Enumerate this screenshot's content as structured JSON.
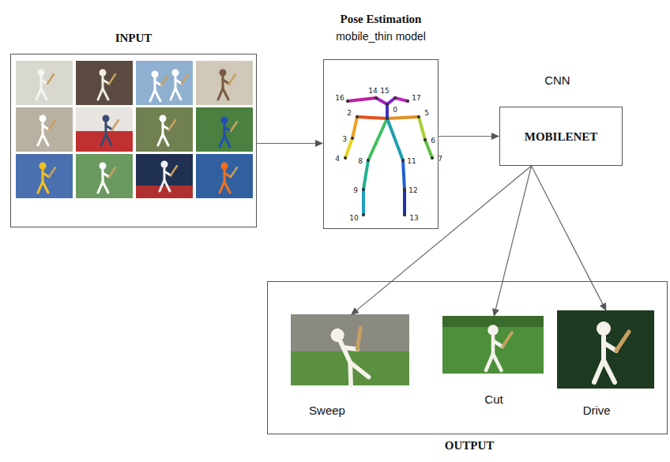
{
  "diagram": {
    "nodes": [
      {
        "text": [
          "INPUT"
        ]
      },
      {
        "text": [
          "Pose Estimation",
          "mobile_thin model"
        ]
      },
      {
        "text": [
          "CNN",
          "MOBILENET"
        ]
      },
      {
        "text": [
          "OUTPUT"
        ]
      },
      {
        "text": [
          "Sweep"
        ],
        "in": 3
      },
      {
        "text": [
          "Cut"
        ],
        "in": 3
      },
      {
        "text": [
          "Drive"
        ],
        "in": 3
      }
    ],
    "edges": [
      {
        "from": 0,
        "to": 1,
        "arrow": "to"
      },
      {
        "from": 1,
        "to": 2,
        "arrow": "to"
      },
      {
        "from": 2,
        "to": 4,
        "arrow": "to"
      },
      {
        "from": 2,
        "to": 5,
        "arrow": "to"
      },
      {
        "from": 2,
        "to": 6,
        "arrow": "to"
      }
    ],
    "labels": [
      "16",
      "14",
      "15",
      "17",
      "0",
      "2",
      "5",
      "3",
      "6",
      "4",
      "7",
      "8",
      "11",
      "9",
      "12",
      "10",
      "13"
    ]
  }
}
